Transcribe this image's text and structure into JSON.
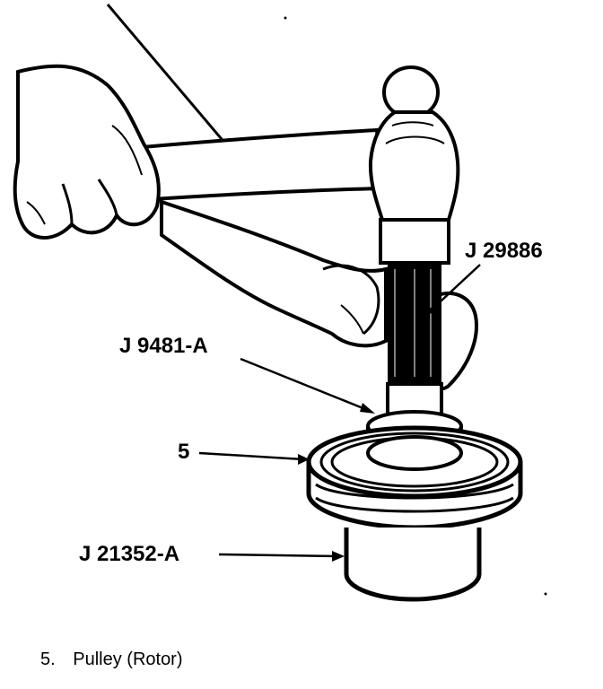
{
  "labels": {
    "tool_j29886": "J 29886",
    "tool_j9481a": "J 9481-A",
    "part_5": "5",
    "tool_j21352a": "J 21352-A"
  },
  "legend": {
    "number": "5.",
    "text": "Pulley (Rotor)"
  },
  "colors": {
    "ink": "#000000",
    "paper": "#ffffff"
  }
}
